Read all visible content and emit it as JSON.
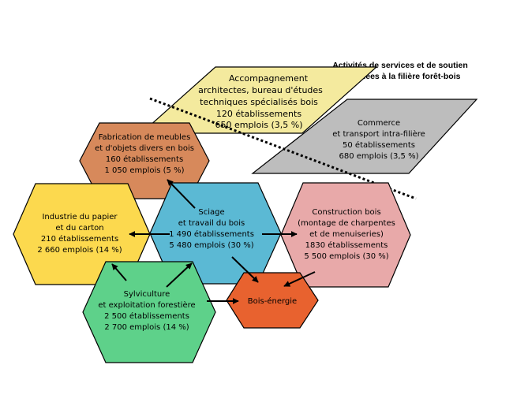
{
  "title": {
    "line1": "Activités de services et de soutien",
    "line2": "associées à la filière forêt-bois"
  },
  "nodes": {
    "accompagnement": {
      "lines": [
        "Accompagnement",
        "architectes, bureau d'études",
        "techniques spécialisés bois",
        "120 établissements",
        "650 emplois (3,5 %)"
      ],
      "color": "#f4ea9e"
    },
    "commerce": {
      "lines": [
        "Commerce",
        "et transport intra-filière",
        "50 établissements",
        "680 emplois (3,5 %)"
      ],
      "color": "#bdbdbd"
    },
    "meubles": {
      "lines": [
        "Fabrication de meubles",
        "et d'objets divers en bois",
        "160 établissements",
        "1 050 emplois (5 %)"
      ],
      "color": "#d7895b"
    },
    "papier": {
      "lines": [
        "Industrie du papier",
        "et du carton",
        "210 établissements",
        "2 660 emplois (14 %)"
      ],
      "color": "#fcd94e"
    },
    "sciage": {
      "lines": [
        "Sciage",
        "et travail du bois",
        "1 490 établissements",
        "5 480 emplois (30 %)"
      ],
      "color": "#5bb9d4"
    },
    "construction": {
      "lines": [
        "Construction bois",
        "(montage de charpentes",
        "et de menuiseries)",
        "1830 établissements",
        "5 500 emplois (30 %)"
      ],
      "color": "#e8a9a9"
    },
    "sylviculture": {
      "lines": [
        "Sylviculture",
        "et exploitation forestière",
        "2 500 établissements",
        "2 700 emplois (14 %)"
      ],
      "color": "#5ed18a"
    },
    "energie": {
      "lines": [
        "Bois-énergie"
      ],
      "color": "#e8622f"
    }
  }
}
